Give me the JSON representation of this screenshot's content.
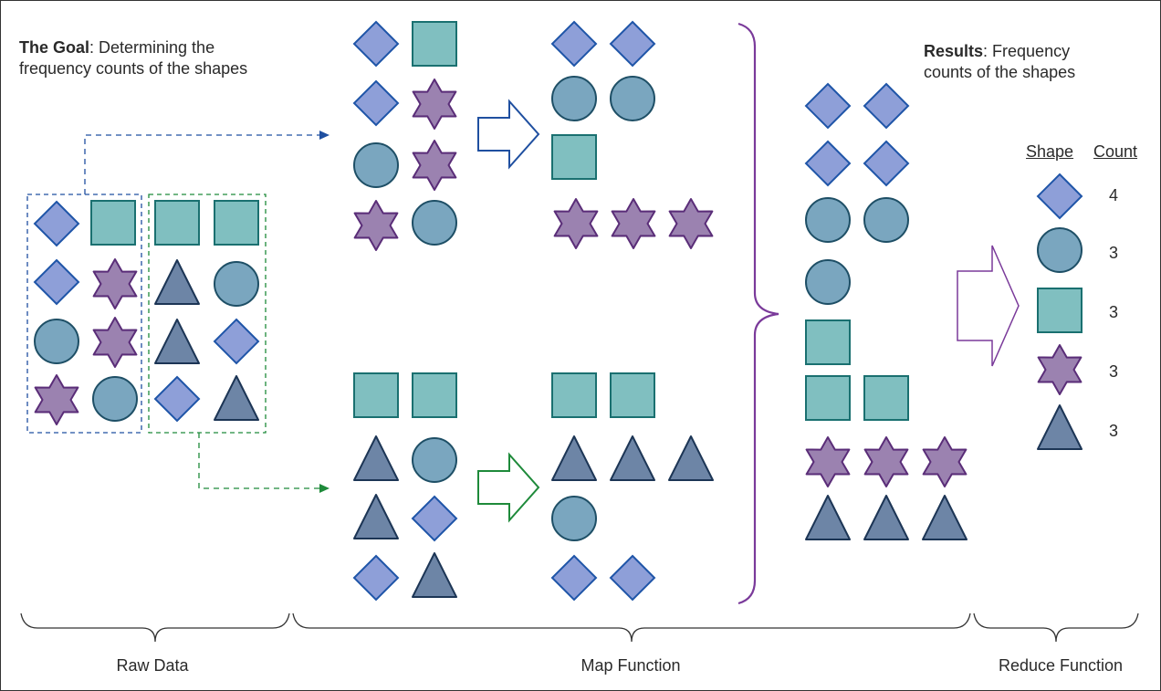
{
  "goal": {
    "label": "The Goal",
    "text": ": Determining the",
    "line2": "frequency counts of the shapes"
  },
  "results": {
    "label": "Results",
    "text": ": Frequency",
    "line2": "counts of the shapes"
  },
  "table": {
    "headers": {
      "shape": "Shape",
      "count": "Count"
    },
    "rows": [
      {
        "shape": "diamond",
        "count": "4"
      },
      {
        "shape": "circle",
        "count": "3"
      },
      {
        "shape": "square",
        "count": "3"
      },
      {
        "shape": "star",
        "count": "3"
      },
      {
        "shape": "triangle",
        "count": "3"
      }
    ]
  },
  "sections": {
    "raw": "Raw Data",
    "map": "Map Function",
    "reduce": "Reduce Function"
  },
  "colors": {
    "diamond_fill": "#8e9fd8",
    "diamond_stroke": "#1f55a8",
    "square_fill": "#80bfc0",
    "square_stroke": "#1a7070",
    "circle_fill": "#7aa6bf",
    "circle_stroke": "#1e4f66",
    "star_fill": "#9b82b0",
    "star_stroke": "#5a2d78",
    "triangle_fill": "#6d85a6",
    "triangle_stroke": "#1c3555",
    "blue_arrow": "#1f4fa0",
    "green_arrow": "#1e8a3a",
    "purple": "#7a3a9a"
  }
}
